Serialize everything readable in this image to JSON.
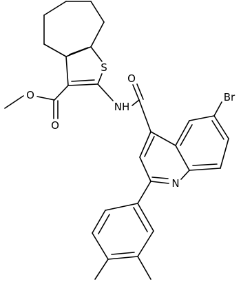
{
  "molecule": {
    "atom_labels": {
      "sulfur": "S",
      "oxygen_carbonyl_ester": "O",
      "oxygen_ether_ester": "O",
      "oxygen_amide": "O",
      "amide_nitrogen": "NH",
      "quinoline_nitrogen": "N",
      "bromine": "Br"
    },
    "colors": {
      "bond": "#000000",
      "label": "#000000",
      "background": "#ffffff"
    }
  }
}
